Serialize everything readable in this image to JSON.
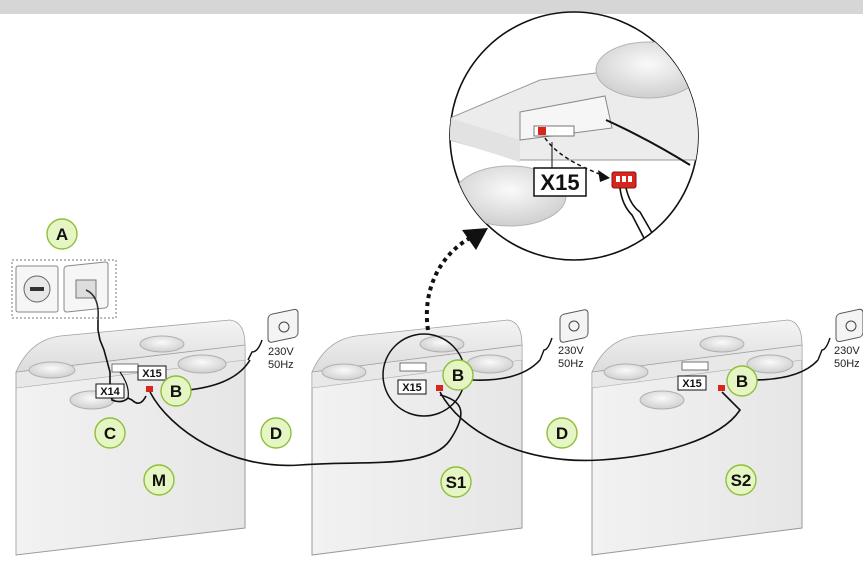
{
  "labels": {
    "A": "A",
    "B": "B",
    "C": "C",
    "D": "D",
    "M": "M",
    "S1": "S1",
    "S2": "S2"
  },
  "connectors": {
    "x14": "X14",
    "x15": "X15"
  },
  "power": {
    "voltage": "230V",
    "frequency": "50Hz"
  },
  "colors": {
    "label_circle_fill": "#e6f5c4",
    "label_circle_stroke": "#8fbf3a",
    "connector_red": "#d8261f",
    "unit_body": "#f0f0f0",
    "top_bar": "#d6d6d6"
  }
}
